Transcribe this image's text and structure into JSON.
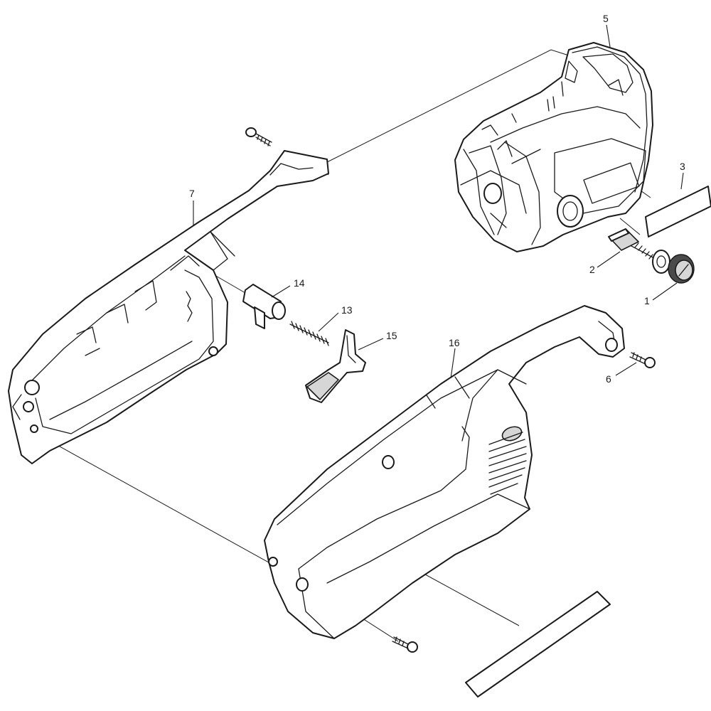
{
  "callouts": [
    {
      "id": "c1",
      "text": "1"
    },
    {
      "id": "c2",
      "text": "2"
    },
    {
      "id": "c3",
      "text": "3"
    },
    {
      "id": "c5",
      "text": "5"
    },
    {
      "id": "c6",
      "text": "6"
    },
    {
      "id": "c7",
      "text": "7"
    },
    {
      "id": "c13",
      "text": "13"
    },
    {
      "id": "c14",
      "text": "14"
    },
    {
      "id": "c15",
      "text": "15"
    },
    {
      "id": "c16",
      "text": "16"
    }
  ],
  "colors": {
    "line": "#1a1a1a",
    "fill_grey": "#d6d6d6",
    "background": "#ffffff"
  }
}
